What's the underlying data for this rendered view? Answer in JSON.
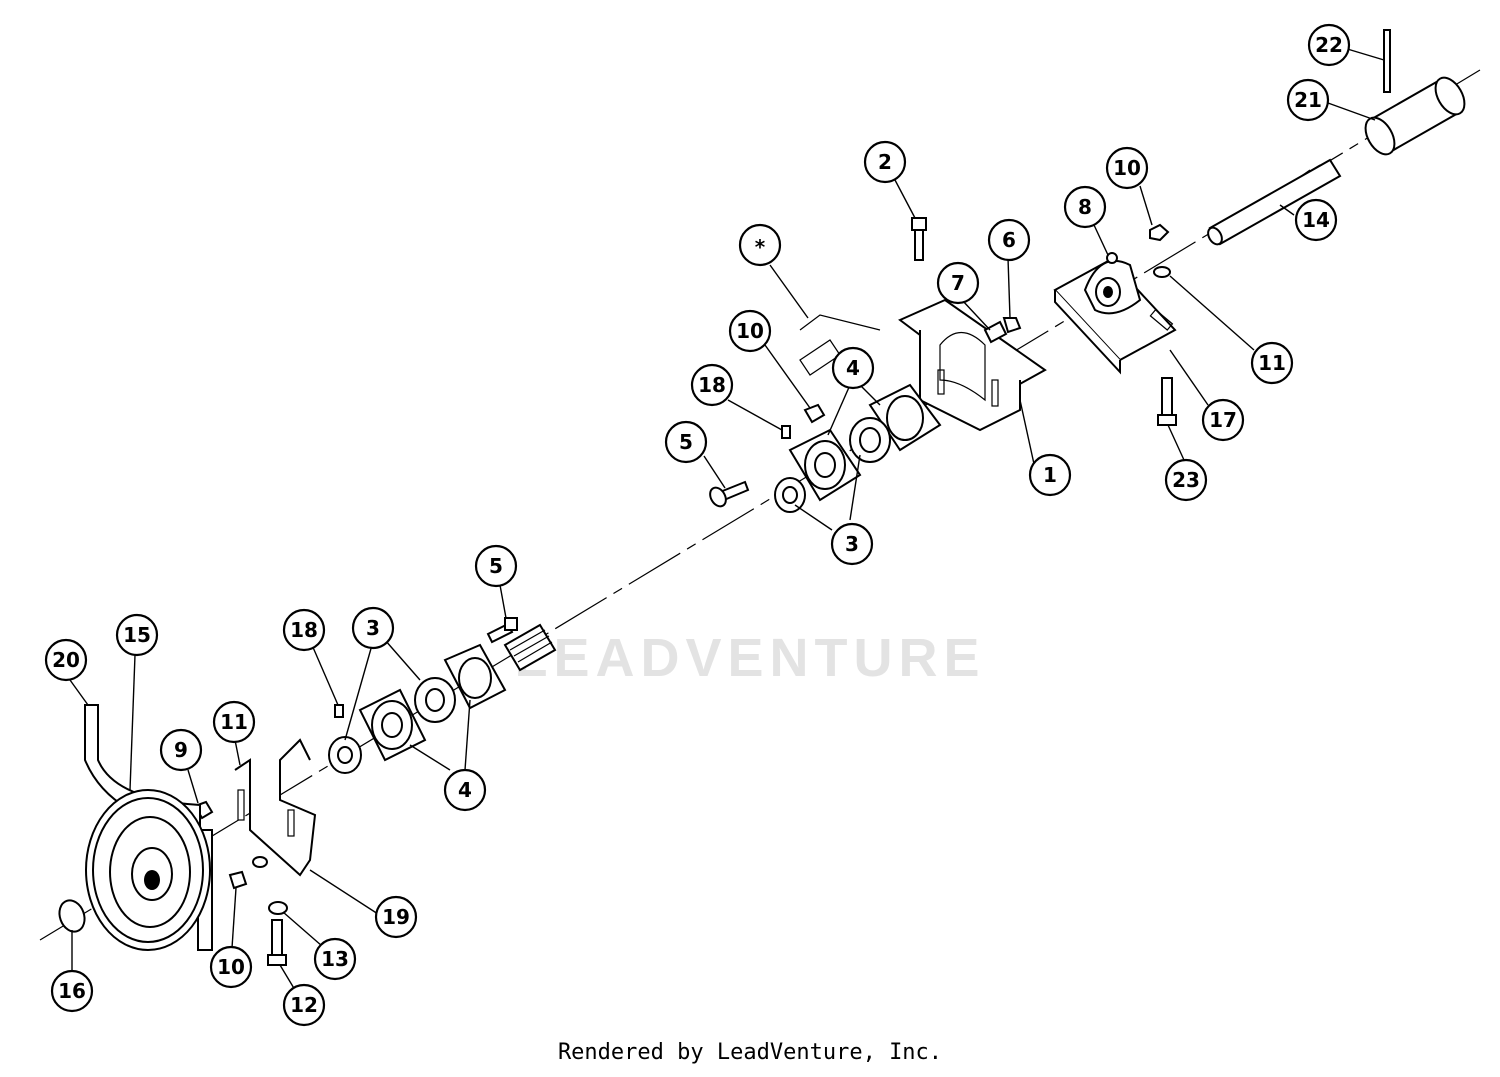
{
  "footer_text": "Rendered by LeadVenture, Inc.",
  "watermark_text": "LEADVENTURE",
  "callouts": [
    {
      "label": "22"
    },
    {
      "label": "21"
    },
    {
      "label": "14"
    },
    {
      "label": "10"
    },
    {
      "label": "8"
    },
    {
      "label": "2"
    },
    {
      "label": "6"
    },
    {
      "label": "7"
    },
    {
      "label": "*"
    },
    {
      "label": "11"
    },
    {
      "label": "17"
    },
    {
      "label": "23"
    },
    {
      "label": "1"
    },
    {
      "label": "10"
    },
    {
      "label": "4"
    },
    {
      "label": "18"
    },
    {
      "label": "5"
    },
    {
      "label": "3"
    },
    {
      "label": "5"
    },
    {
      "label": "18"
    },
    {
      "label": "3"
    },
    {
      "label": "4"
    },
    {
      "label": "15"
    },
    {
      "label": "20"
    },
    {
      "label": "9"
    },
    {
      "label": "11"
    },
    {
      "label": "19"
    },
    {
      "label": "10"
    },
    {
      "label": "13"
    },
    {
      "label": "12"
    },
    {
      "label": "16"
    }
  ]
}
